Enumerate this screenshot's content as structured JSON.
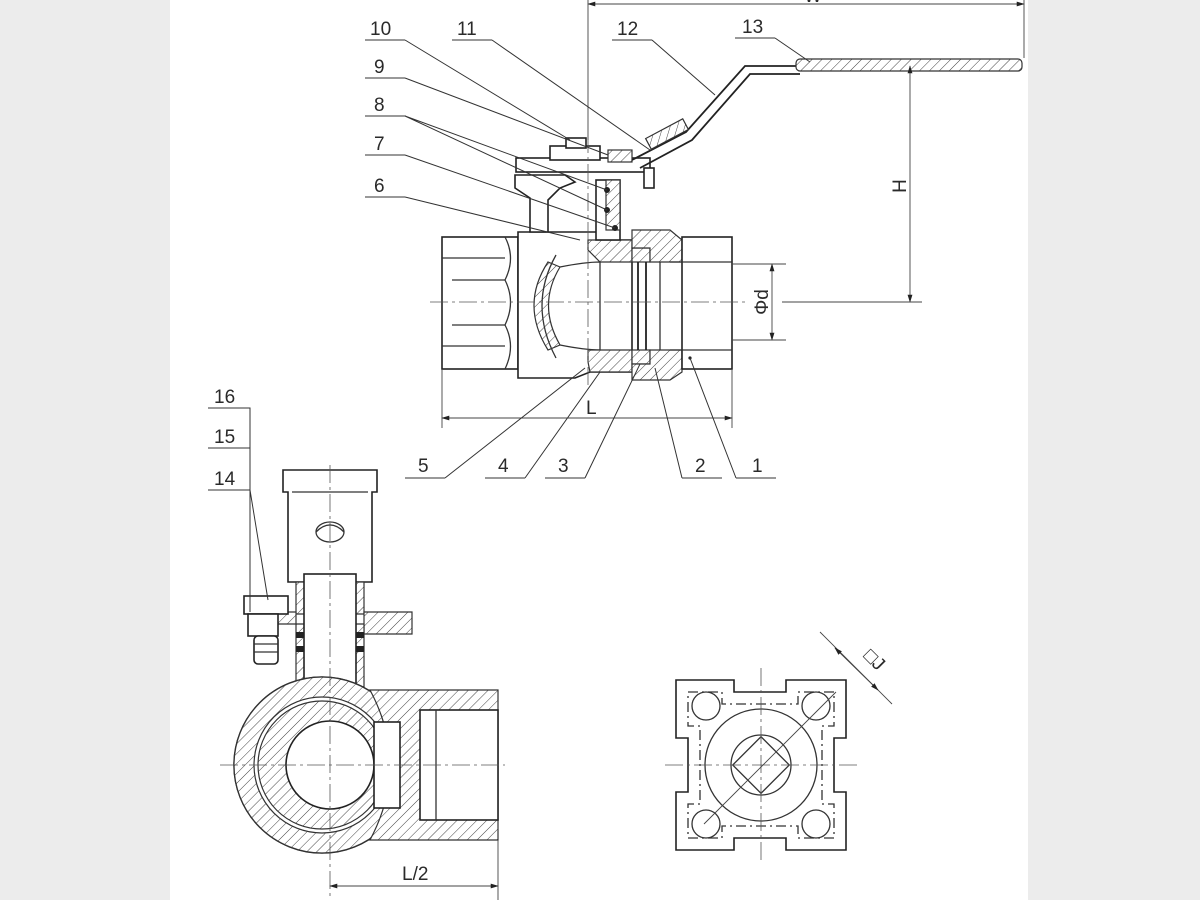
{
  "part_numbers": [
    "1",
    "2",
    "3",
    "4",
    "5",
    "6",
    "7",
    "8",
    "9",
    "10",
    "11",
    "12",
    "13",
    "14",
    "15",
    "16"
  ],
  "dimensions": {
    "overall_length": "L",
    "port_diameter": "Φd",
    "handle_height": "H",
    "half_length": "L/2",
    "stem_square": "□J",
    "handle_length": "W"
  },
  "colors": {
    "line": "#222222",
    "background": "#ffffff",
    "margin": "#ececec"
  }
}
